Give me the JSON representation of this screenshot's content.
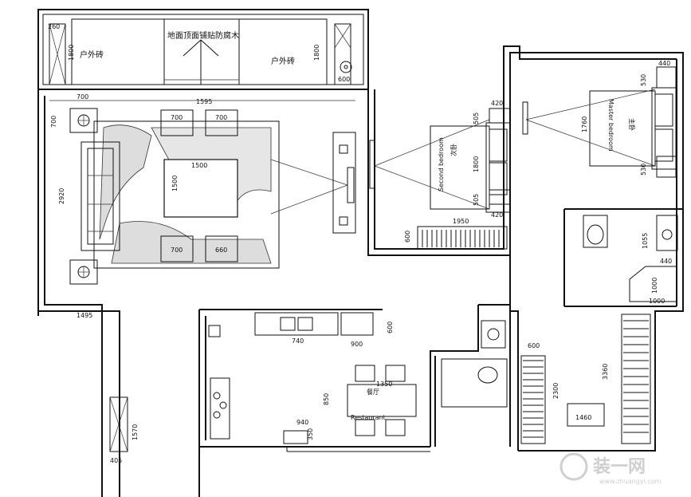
{
  "balcony": {
    "label_floor": "地面顶面铺贴防腐木",
    "label_tile_left": "户外砖",
    "label_tile_right": "户外砖",
    "dim_left": "1800",
    "dim_right": "1800",
    "dim_sink": "600"
  },
  "living": {
    "dim_width": "700",
    "dim_table_span": "1595",
    "dim_depth": "2920",
    "dim_side": "700",
    "dim_table": "1500",
    "dim_table_v": "1500",
    "dim_chair_tl": "700",
    "dim_chair_tr": "700",
    "dim_chair_bl": "700",
    "dim_chair_br": "660",
    "dim_bottom": "1495"
  },
  "second_bedroom": {
    "label_en": "Second bedroom",
    "label_cn": "次卧",
    "dim_top": "420",
    "dim_505a": "505",
    "dim_bed": "1800",
    "dim_505b": "505",
    "dim_bottom": "420",
    "dim_wardrobe": "1950",
    "dim_600": "600"
  },
  "master_bedroom": {
    "label_en": "Master bedroom",
    "label_cn": "主卧",
    "dim_440": "440",
    "dim_530a": "530",
    "dim_1760": "1760",
    "dim_530b": "530"
  },
  "master_bath": {
    "dim_1055": "1055",
    "dim_440": "440",
    "dim_1000a": "1000",
    "dim_1000b": "1000"
  },
  "kitchen": {
    "dim_740": "740",
    "dim_900": "900",
    "dim_600": "600",
    "dim_940": "940",
    "dim_350": "350"
  },
  "dining": {
    "label": "Restaurant",
    "label_cn": "餐厅",
    "dim_1350": "1350",
    "dim_850": "850"
  },
  "bathroom2": {
    "dim_600": "600",
    "dim_2300": "2300",
    "dim_3360": "3360",
    "dim_1460": "1460"
  },
  "entry": {
    "dim_1570": "1570",
    "dim_405": "405"
  },
  "watermark": {
    "brand": "装一网",
    "url": "www.zhuangyi.com"
  }
}
